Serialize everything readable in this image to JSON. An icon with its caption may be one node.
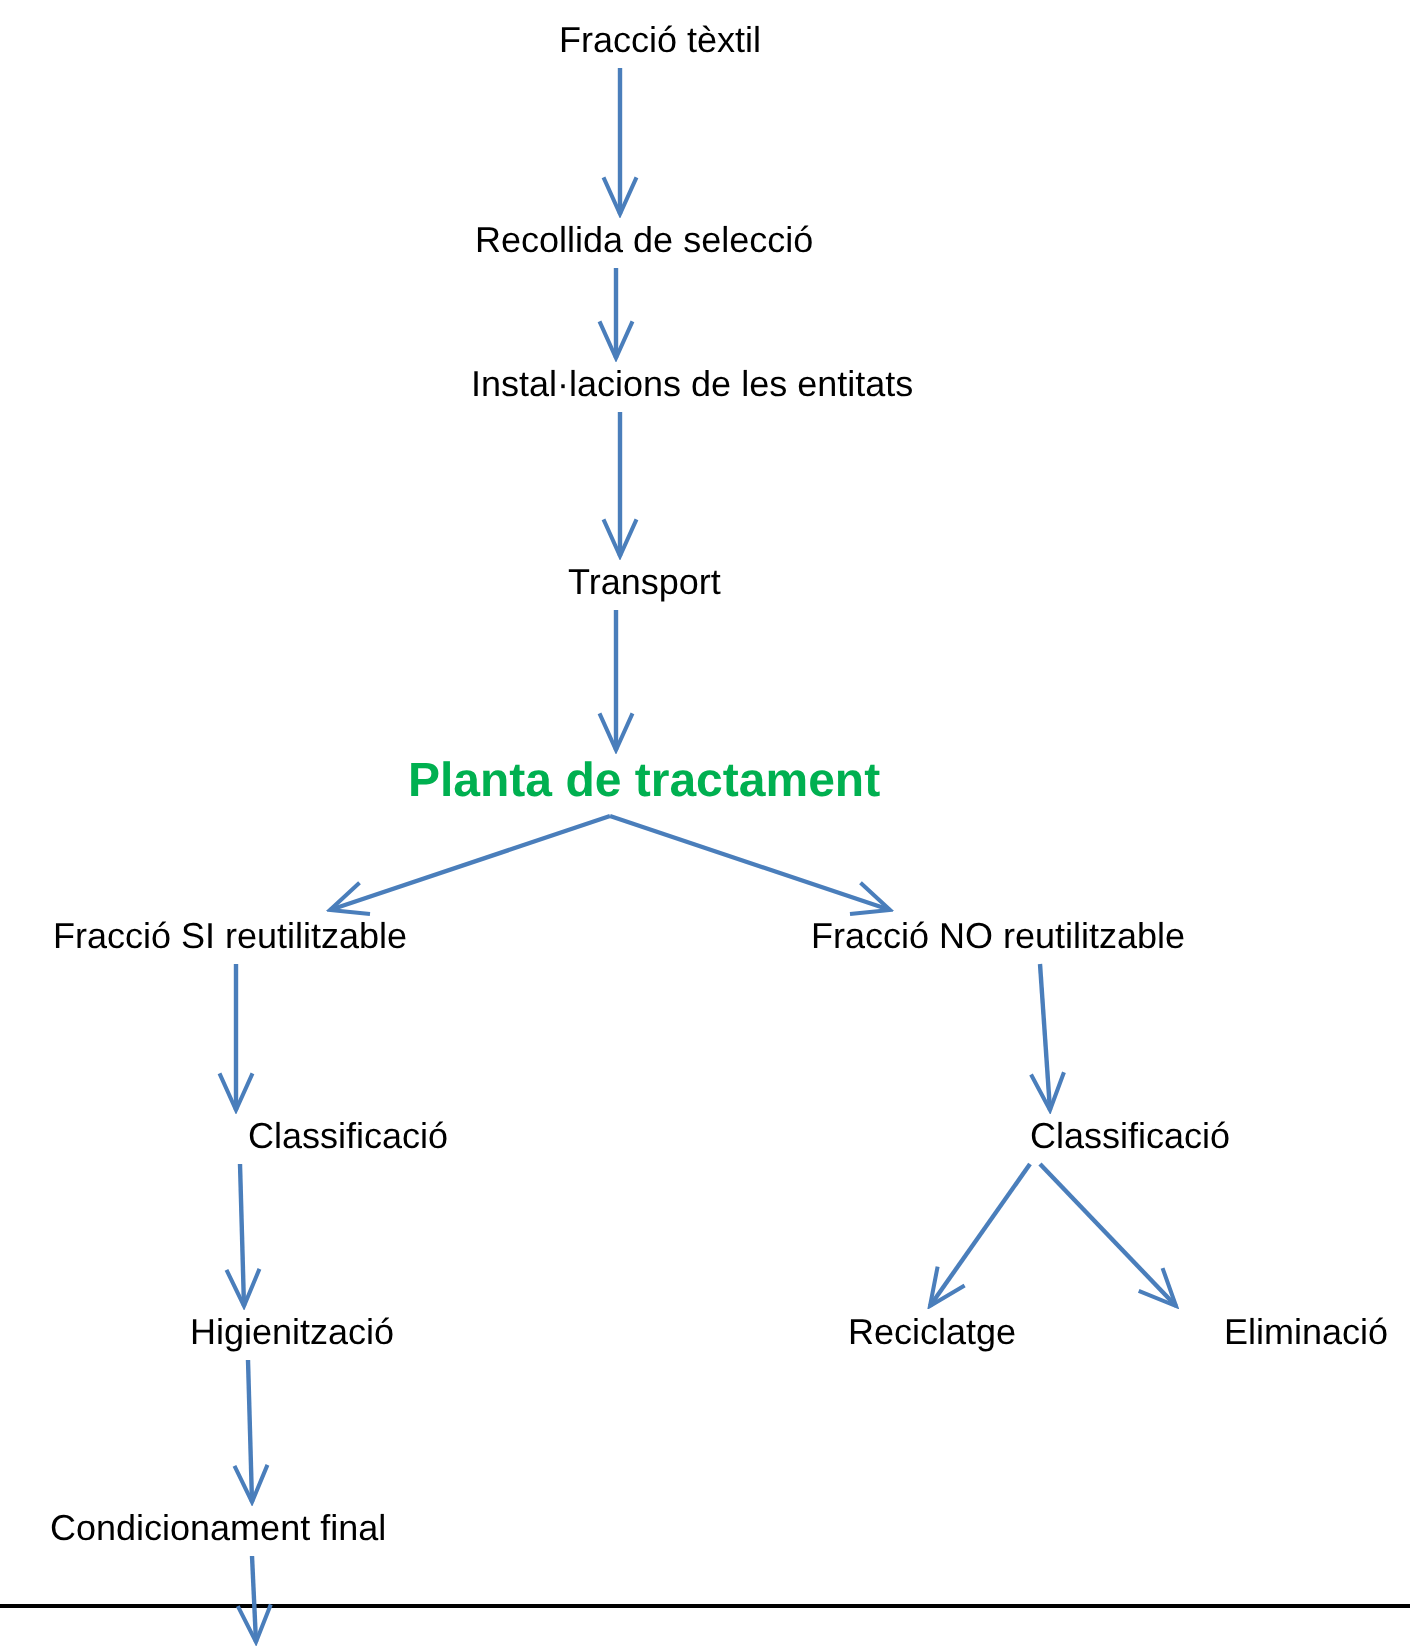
{
  "diagram": {
    "nodes": [
      {
        "text": [
          "Fracció tèxtil"
        ]
      },
      {
        "text": [
          "Recollida de selecció"
        ]
      },
      {
        "text": [
          "Instal·lacions de les entitats"
        ]
      },
      {
        "text": [
          "Transport"
        ]
      },
      {
        "text": [
          "Planta de tractament"
        ]
      },
      {
        "text": [
          "Fracció SI reutilitzable"
        ]
      },
      {
        "text": [
          "Fracció NO reutilitzable"
        ]
      },
      {
        "text": [
          "Classificació"
        ]
      },
      {
        "text": [
          "Classificació"
        ]
      },
      {
        "text": [
          "Higienització"
        ]
      },
      {
        "text": [
          "Reciclatge"
        ]
      },
      {
        "text": [
          "Eliminació"
        ]
      },
      {
        "text": [
          "Condicionament final"
        ]
      }
    ],
    "edges": [
      {
        "from": 0,
        "to": 1,
        "arrow": "to"
      },
      {
        "from": 1,
        "to": 2,
        "arrow": "to"
      },
      {
        "from": 2,
        "to": 3,
        "arrow": "to"
      },
      {
        "from": 3,
        "to": 4,
        "arrow": "to"
      },
      {
        "from": 4,
        "to": 5,
        "arrow": "to"
      },
      {
        "from": 4,
        "to": 6,
        "arrow": "to"
      },
      {
        "from": 5,
        "to": 7,
        "arrow": "to"
      },
      {
        "from": 6,
        "to": 8,
        "arrow": "to"
      },
      {
        "from": 7,
        "to": 9,
        "arrow": "to"
      },
      {
        "from": 8,
        "to": 10,
        "arrow": "to"
      },
      {
        "from": 8,
        "to": 11,
        "arrow": "to"
      },
      {
        "from": 9,
        "to": 12,
        "arrow": "to"
      },
      {
        "from": 12,
        "to": null,
        "arrow": "to"
      }
    ]
  }
}
